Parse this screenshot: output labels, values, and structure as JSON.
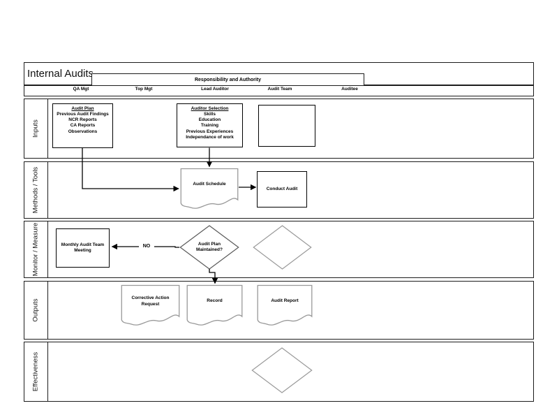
{
  "title": "Internal Audits",
  "banner": "Responsibility and Authority",
  "column_headers": [
    "QA Mgt",
    "Top Mgt",
    "Lead Auditor",
    "Audit Team",
    "Auditee"
  ],
  "row_labels": [
    "Inputs",
    "Methods / Tools",
    "Monitor / Measure",
    "Outputs",
    "Effectiveness"
  ],
  "inputs": {
    "audit_plan_box": {
      "heading": "Audit Plan",
      "lines": [
        "Previous Audit Findings",
        "NCR Reports",
        "CA Reports",
        "Observations"
      ]
    },
    "auditor_selection_box": {
      "heading": "Auditor Selection",
      "lines": [
        "Skills",
        "Education",
        "Training",
        "Previous Experiences",
        "Independance of work"
      ]
    }
  },
  "methods": {
    "audit_schedule_label": "Audit Schedule",
    "conduct_audit_label": "Conduct Audit"
  },
  "monitor": {
    "meeting_label": "Monthly Audit Team Meeting",
    "decision_label": "Audit Plan Maintained?",
    "no_label": "NO"
  },
  "outputs": {
    "docs": [
      "Corrective Action Request",
      "Record",
      "Audit Report"
    ]
  },
  "colors": {
    "line": "#000000",
    "band_border": "#1c1c1c",
    "document_outline": "#999999",
    "decision_outline": "#595959"
  }
}
